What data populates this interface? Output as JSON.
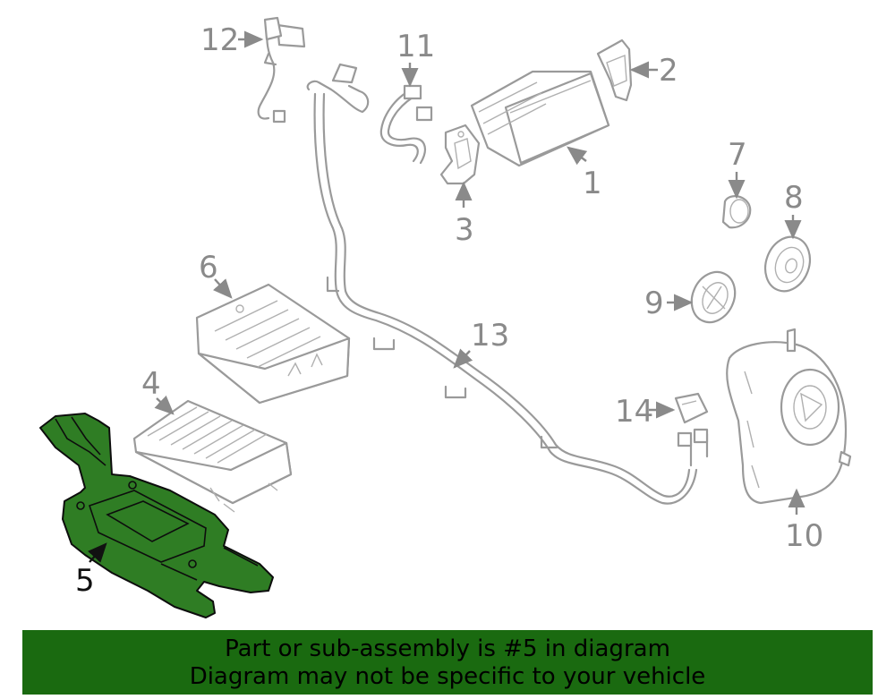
{
  "callouts": {
    "c1": "1",
    "c2": "2",
    "c3": "3",
    "c4": "4",
    "c5": "5",
    "c6": "6",
    "c7": "7",
    "c8": "8",
    "c9": "9",
    "c10": "10",
    "c11": "11",
    "c12": "12",
    "c13": "13",
    "c14": "14"
  },
  "highlighted_part": "5",
  "colors": {
    "highlight": "#2f7d24",
    "banner": "#1a6a10",
    "line_art": "#9a9a9a"
  },
  "notice": {
    "line1": "Part or sub-assembly is #5 in diagram",
    "line2": "Diagram may not be specific to your vehicle"
  }
}
